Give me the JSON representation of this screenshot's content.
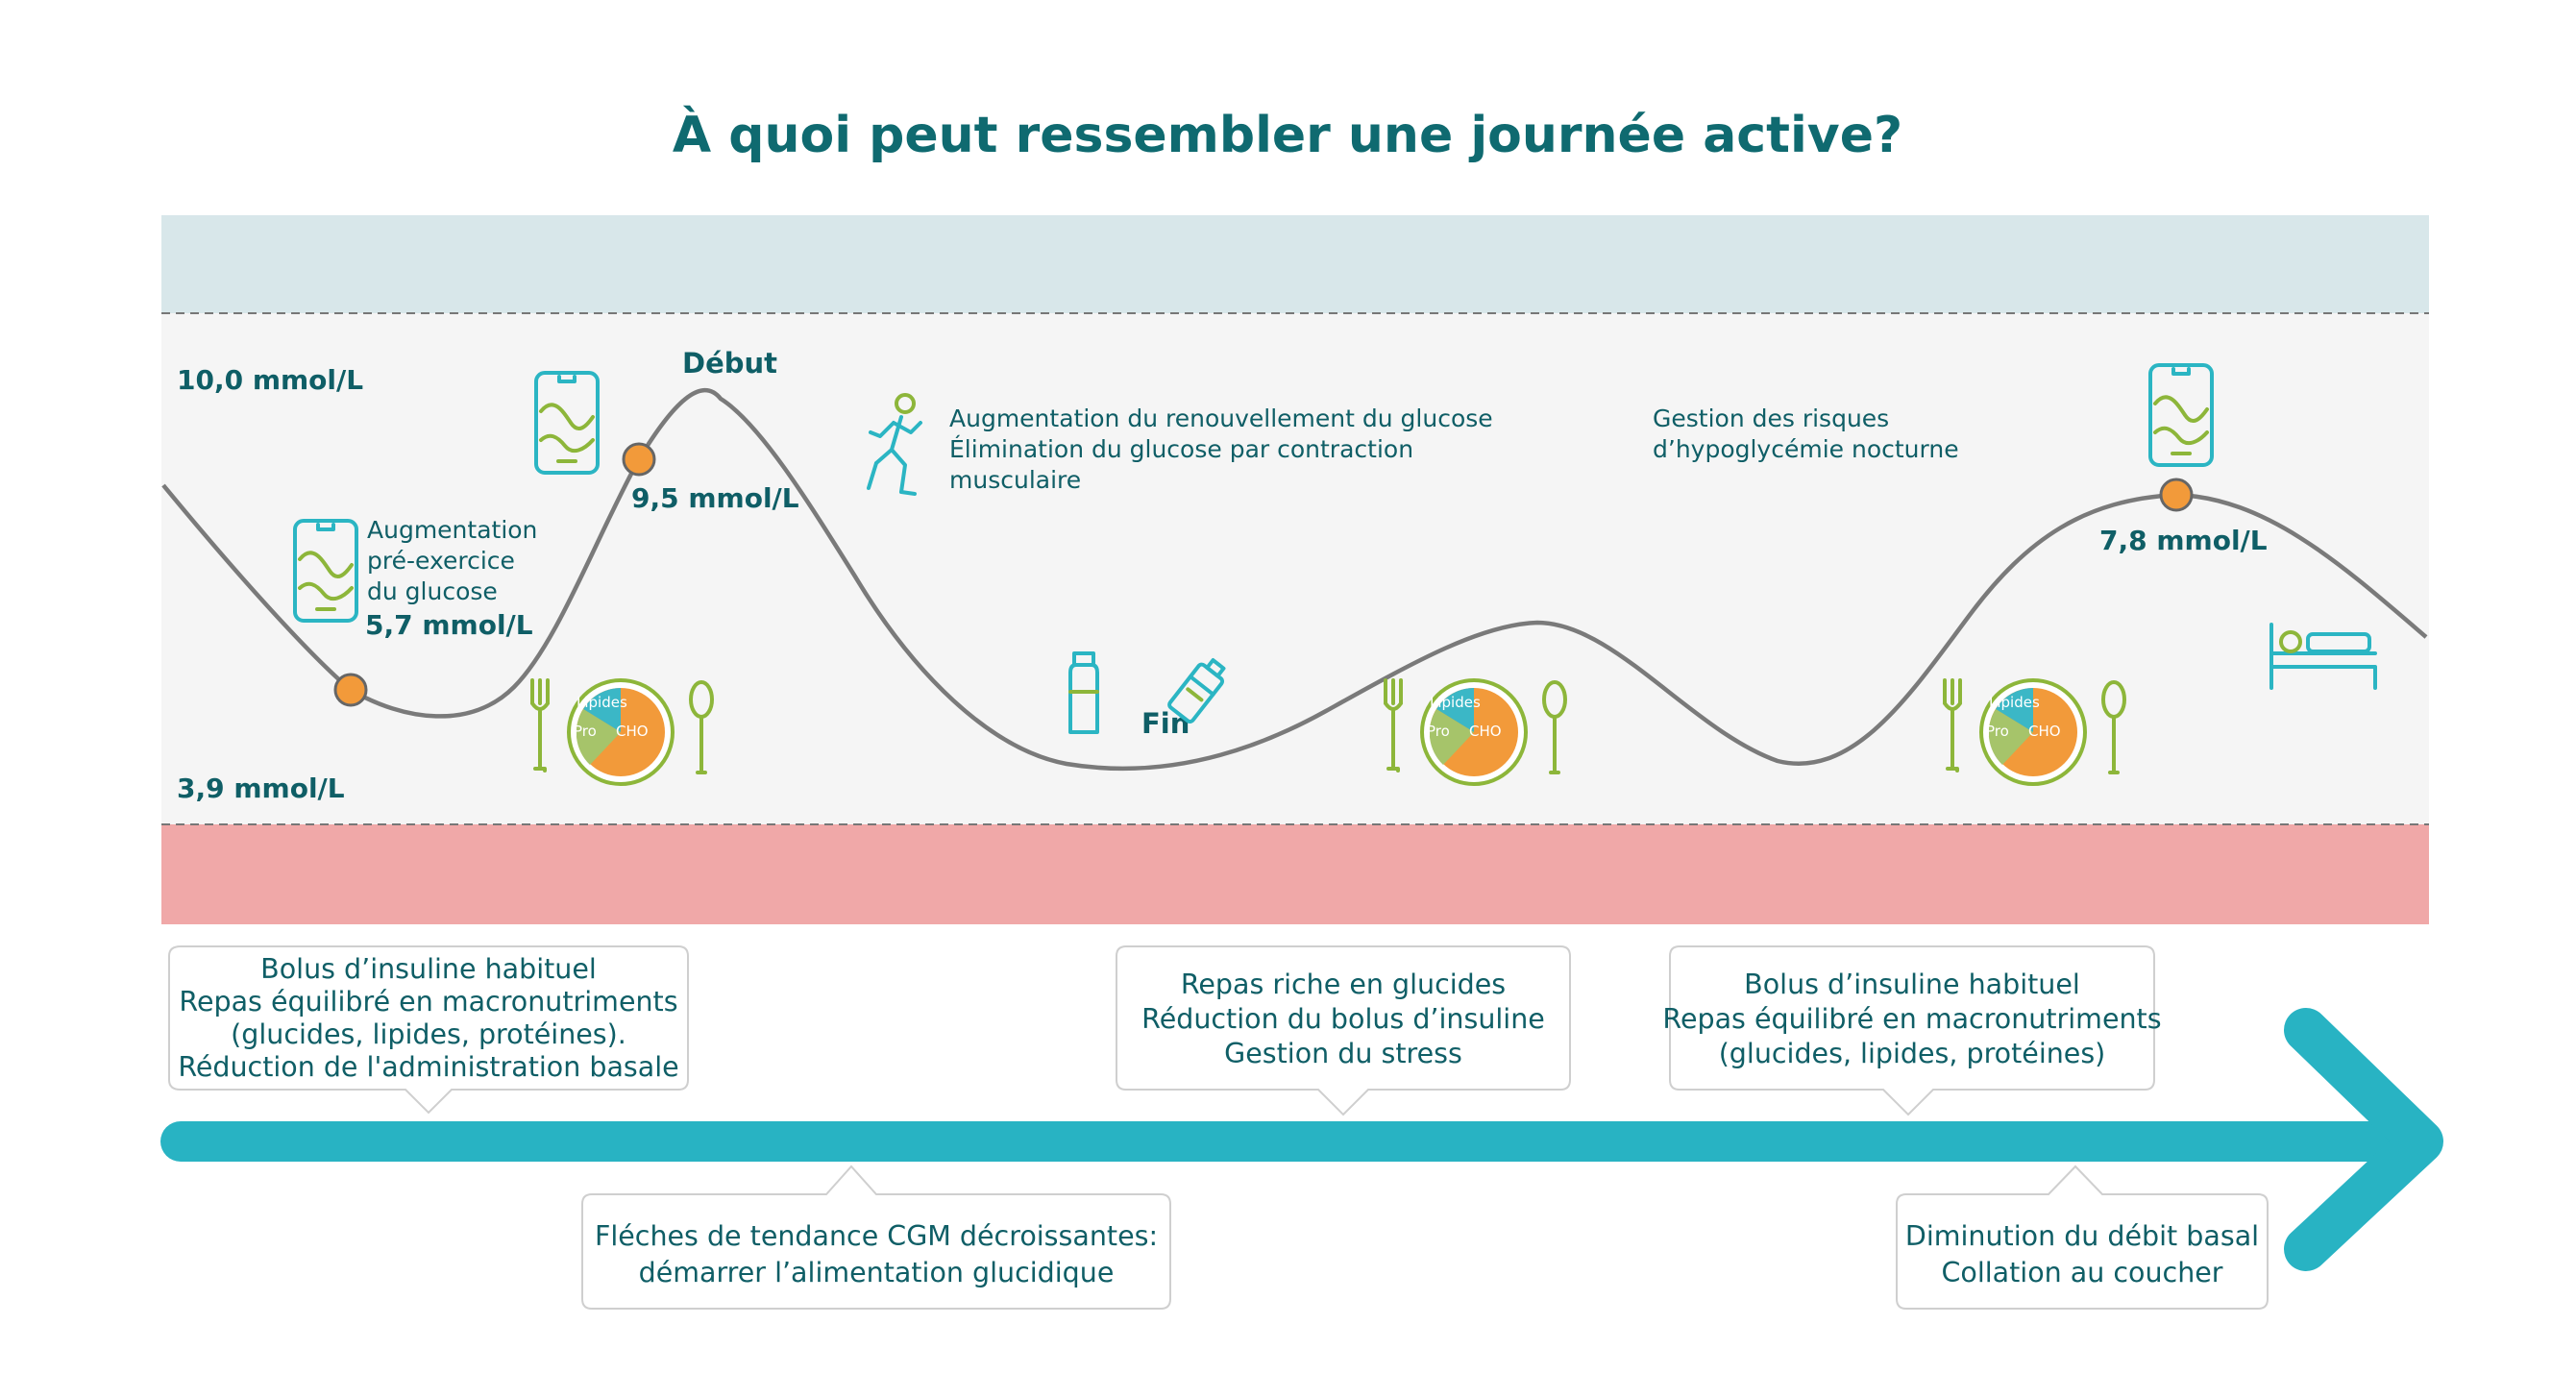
{
  "title": "À quoi peut ressembler une journée active?",
  "colors": {
    "title": "#0f6a70",
    "text": "#0f5e66",
    "high_zone": "#d8e7ea",
    "target_zone": "#f5f5f5",
    "low_zone": "#f0a8a8",
    "curve": "#7a7a7a",
    "marker": "#f29a3a",
    "arrow": "#28b3c3",
    "icon_teal": "#2bb5c3",
    "icon_green": "#8db63a",
    "pie_cho": "#f29a3a",
    "pie_pro": "#a6c46a",
    "pie_lipides": "#3bb7c6"
  },
  "axis": {
    "upper_label": "10,0 mmol/L",
    "lower_label": "3,9 mmol/L"
  },
  "chart": {
    "markers": [
      {
        "value": "5,7 mmol/L"
      },
      {
        "value": "9,5 mmol/L"
      },
      {
        "value": "7,8 mmol/L"
      }
    ]
  },
  "exercise": {
    "start_label": "Début",
    "end_label": "Fin"
  },
  "notes": {
    "pre_exercise": [
      "Augmentation",
      "pré-exercice",
      "du glucose"
    ],
    "during_exercise": [
      "Augmentation du renouvellement du glucose",
      "Élimination du glucose par contraction",
      "musculaire"
    ],
    "night": [
      "Gestion des risques",
      "d’hypoglycémie nocturne"
    ]
  },
  "pie": {
    "cho": "CHO",
    "pro": "Pro",
    "lipides": "Lipides"
  },
  "timeline_boxes": {
    "box1": [
      "Bolus d’insuline habituel",
      "Repas équilibré en macronutriments",
      "(glucides, lipides, protéines).",
      "Réduction de l'administration basale"
    ],
    "box2": [
      "Fléches de tendance CGM décroissantes:",
      "démarrer l’alimentation glucidique"
    ],
    "box3": [
      "Repas riche en glucides",
      "Réduction du bolus d’insuline",
      "Gestion du stress"
    ],
    "box4": [
      "Bolus d’insuline habituel",
      "Repas équilibré en macronutriments",
      "(glucides, lipides, protéines)"
    ],
    "box5": [
      "Diminution du débit basal",
      "Collation au coucher"
    ]
  },
  "icons": [
    "phone-cgm-icon",
    "plate-icon",
    "runner-icon",
    "water-bottle-icon",
    "gel-pack-icon",
    "bed-icon"
  ]
}
